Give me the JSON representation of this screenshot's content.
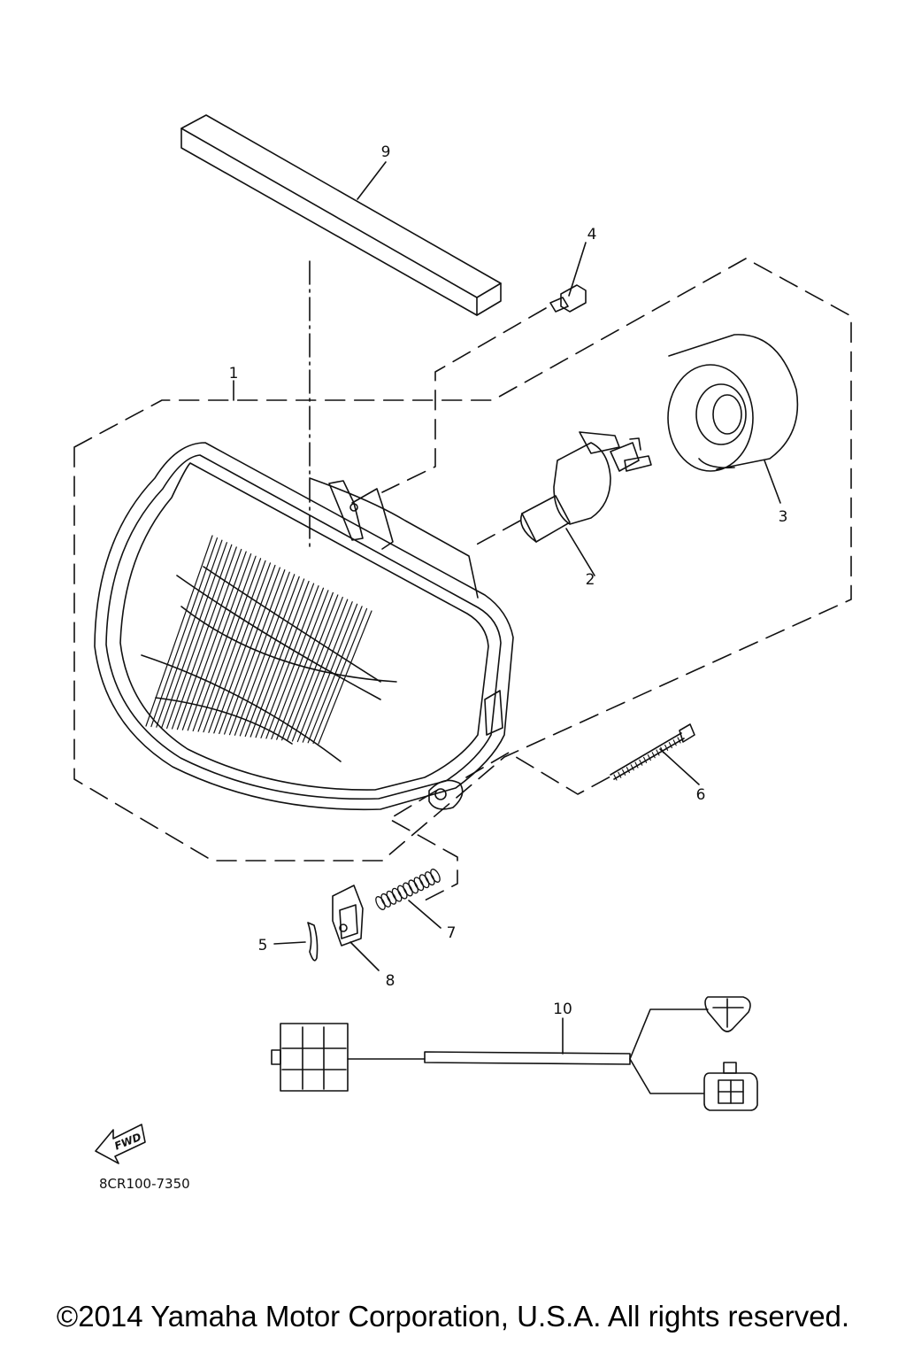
{
  "diagram": {
    "callouts": {
      "p1": "1",
      "p2": "2",
      "p3": "3",
      "p4": "4",
      "p5": "5",
      "p6": "6",
      "p7": "7",
      "p8": "8",
      "p9": "9",
      "p10": "10"
    },
    "fwd_label": "FWD",
    "drawing_code": "8CR100-7350",
    "copyright": "©2014 Yamaha Motor Corporation, U.S.A. All rights reserved."
  }
}
